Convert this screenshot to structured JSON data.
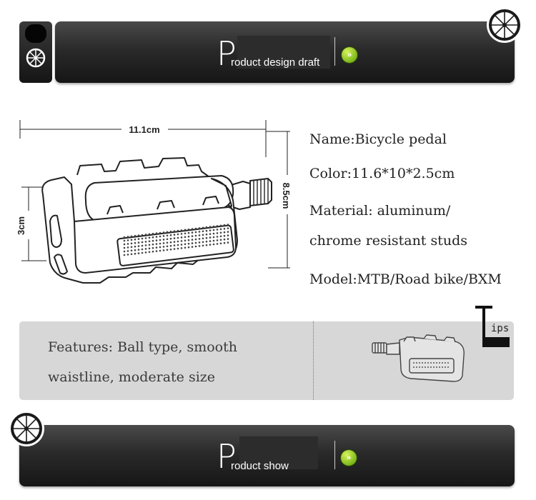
{
  "header_banner": {
    "title_initial": "P",
    "title_rest": "roduct design draft",
    "action_icon": "double-chevron-right-icon"
  },
  "footer_banner": {
    "title_initial": "P",
    "title_rest": "roduct show",
    "action_icon": "double-chevron-right-icon"
  },
  "dimensions": {
    "width": "11.1cm",
    "depth": "8.5cm",
    "height": "3cm"
  },
  "specs": {
    "name": "Name:Bicycle pedal",
    "color": "Color:11.6*10*2.5cm",
    "material_line1": "Material: aluminum/",
    "material_line2": "chrome resistant studs",
    "model": "Model:MTB/Road bike/BXM"
  },
  "features": {
    "line1": "Features: Ball type, smooth",
    "line2": "waistline, moderate size"
  },
  "tips": {
    "initial": "T",
    "rest": "ips"
  },
  "colors": {
    "banner_dark": "#1e1e1e",
    "accent_green": "#8cc63f",
    "panel_gray": "#d7d7d7"
  },
  "icons": [
    "bicycle-wheel-icon",
    "double-chevron-right-icon"
  ]
}
